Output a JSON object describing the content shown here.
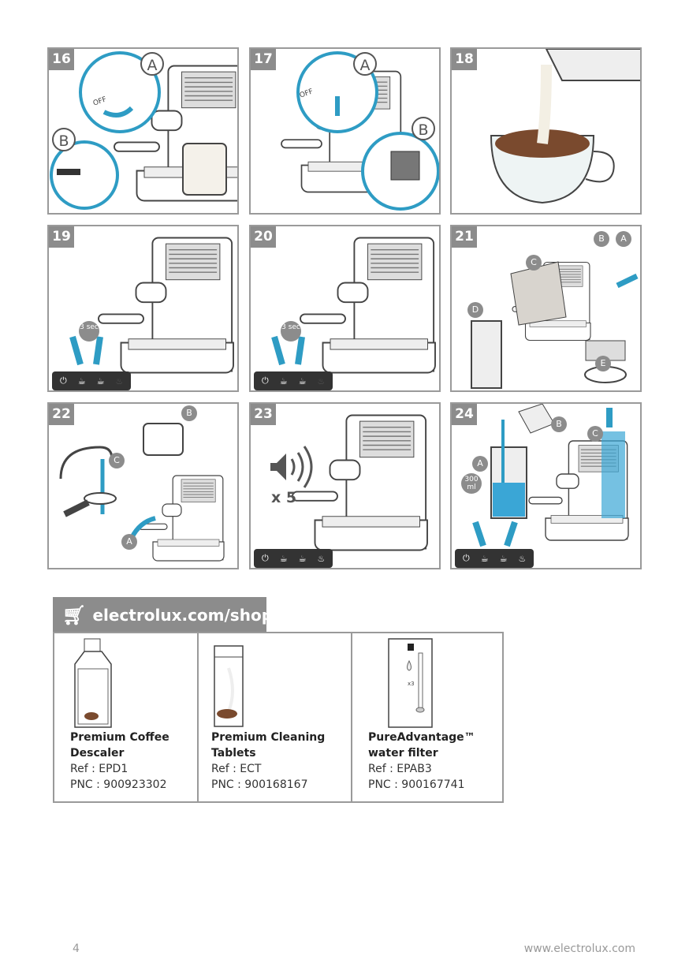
{
  "steps": [
    {
      "number": "16",
      "labels": [
        "A",
        "B"
      ],
      "text": [
        "OFF"
      ]
    },
    {
      "number": "17",
      "labels": [
        "A",
        "B"
      ],
      "text": [
        "OFF"
      ]
    },
    {
      "number": "18"
    },
    {
      "number": "19",
      "timer": "3 sec"
    },
    {
      "number": "20",
      "timer": "3 sec"
    },
    {
      "number": "21",
      "labels": [
        "A",
        "B",
        "C",
        "D",
        "E"
      ]
    },
    {
      "number": "22",
      "labels": [
        "A",
        "B",
        "C"
      ]
    },
    {
      "number": "23",
      "repeat": "x 5"
    },
    {
      "number": "24",
      "labels": [
        "A",
        "B",
        "C"
      ],
      "volume": "300 ml"
    }
  ],
  "shop": {
    "header": "electrolux.com/shop",
    "icon": "shopping-cart-icon",
    "products": [
      {
        "name": "Premium Coffee Descaler",
        "ref": "Ref : EPD1",
        "pnc": "PNC : 900923302"
      },
      {
        "name": "Premium Cleaning Tablets",
        "ref": "Ref : ECT",
        "pnc": "PNC : 900168167"
      },
      {
        "name": "PureAdvantage™ water filter",
        "ref": "Ref : EPAB3",
        "pnc": "PNC : 900167741",
        "pack_count": "x3"
      }
    ]
  },
  "footer": {
    "page": "4",
    "url": "www.electrolux.com"
  },
  "colors": {
    "accent": "#2e9cc4",
    "badge": "#8c8c8c",
    "border": "#9a9a9a"
  }
}
